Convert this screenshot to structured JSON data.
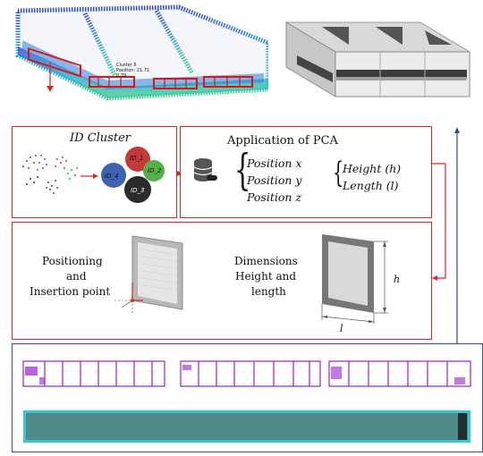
{
  "cloud_labels": {
    "line1": "Cluster 6",
    "line2": "Position: 21.71",
    "line3": "0.39"
  },
  "cluster_panel": {
    "title": "ID Cluster",
    "ids": [
      "ID_1",
      "ID_2",
      "ID_3",
      "ID_4"
    ]
  },
  "pca_panel": {
    "title": "Application of PCA",
    "positions": [
      "Position x",
      "Position y",
      "Position z"
    ],
    "dims": [
      "Height (h)",
      "Length (l)"
    ]
  },
  "positioning_panel": {
    "line1": "Positioning",
    "line2": "and",
    "line3": "Insertion point"
  },
  "dimensions_panel": {
    "line1": "Dimensions",
    "line2": "Height and",
    "line3": "length",
    "h_label": "h",
    "l_label": "l"
  },
  "colors": {
    "red": "#d62a2a",
    "blue": "#3b4a9a",
    "purple": "#9b1fd0",
    "teal": "#4e8a86",
    "cyan": "#37c6d6"
  },
  "icons": [
    "database-icon",
    "arrow-icon"
  ]
}
